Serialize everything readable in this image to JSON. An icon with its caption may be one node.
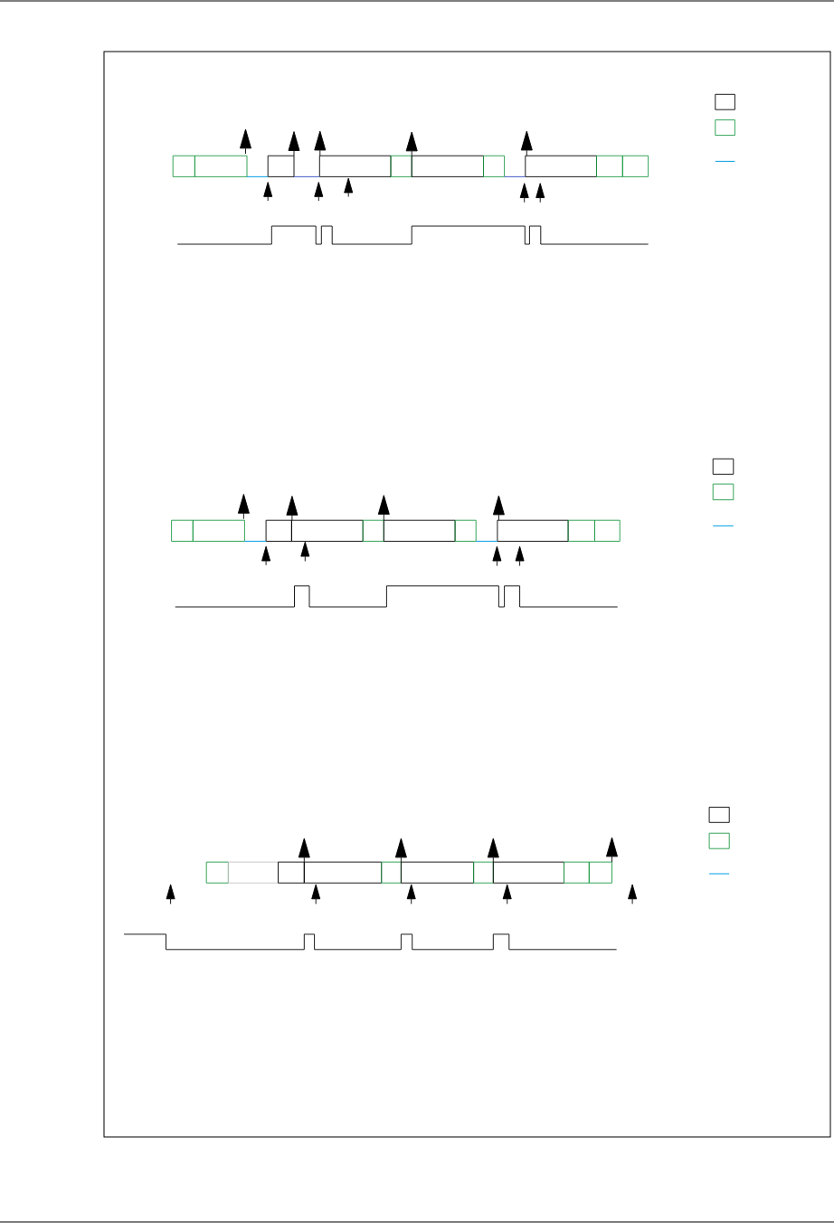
{
  "diagram": {
    "nodes": [
      {
        "text": [],
        "shape": "box"
      },
      {
        "text": [],
        "shape": "box"
      },
      {
        "text": [],
        "shape": "box"
      },
      {
        "text": [],
        "shape": "box"
      },
      {
        "text": [],
        "shape": "box"
      },
      {
        "text": [],
        "shape": "box"
      },
      {
        "text": [],
        "shape": "box"
      },
      {
        "text": [],
        "shape": "box"
      },
      {
        "text": [],
        "shape": "box"
      },
      {
        "text": [],
        "shape": "box"
      },
      {
        "text": [],
        "shape": "box"
      },
      {
        "text": [],
        "shape": "box"
      },
      {
        "text": [],
        "shape": "box"
      },
      {
        "text": [],
        "shape": "box"
      },
      {
        "text": [],
        "shape": "box"
      },
      {
        "text": [],
        "shape": "box"
      },
      {
        "text": [],
        "shape": "box"
      },
      {
        "text": [],
        "shape": "box"
      },
      {
        "text": [],
        "shape": "box"
      },
      {
        "text": [],
        "shape": "box"
      },
      {
        "text": [],
        "shape": "box"
      },
      {
        "text": [],
        "shape": "box"
      },
      {
        "text": [],
        "shape": "box"
      },
      {
        "text": [],
        "shape": "box"
      },
      {
        "text": [],
        "shape": "box"
      },
      {
        "text": [],
        "shape": "box"
      },
      {
        "text": [],
        "shape": "box"
      },
      {
        "text": [],
        "shape": "box"
      },
      {
        "text": [],
        "shape": "box"
      },
      {
        "text": [],
        "shape": "box"
      }
    ],
    "edges": [
      {
        "from": 1,
        "to": 2,
        "arrow": "none"
      },
      {
        "from": 2,
        "to": 3,
        "arrow": "none",
        "color": "#5468cc"
      },
      {
        "from": 6,
        "to": 7,
        "arrow": "none",
        "color": "#5468cc"
      },
      {
        "from": 11,
        "to": 12,
        "arrow": "none"
      },
      {
        "from": 16,
        "to": 17,
        "arrow": "none"
      }
    ]
  }
}
